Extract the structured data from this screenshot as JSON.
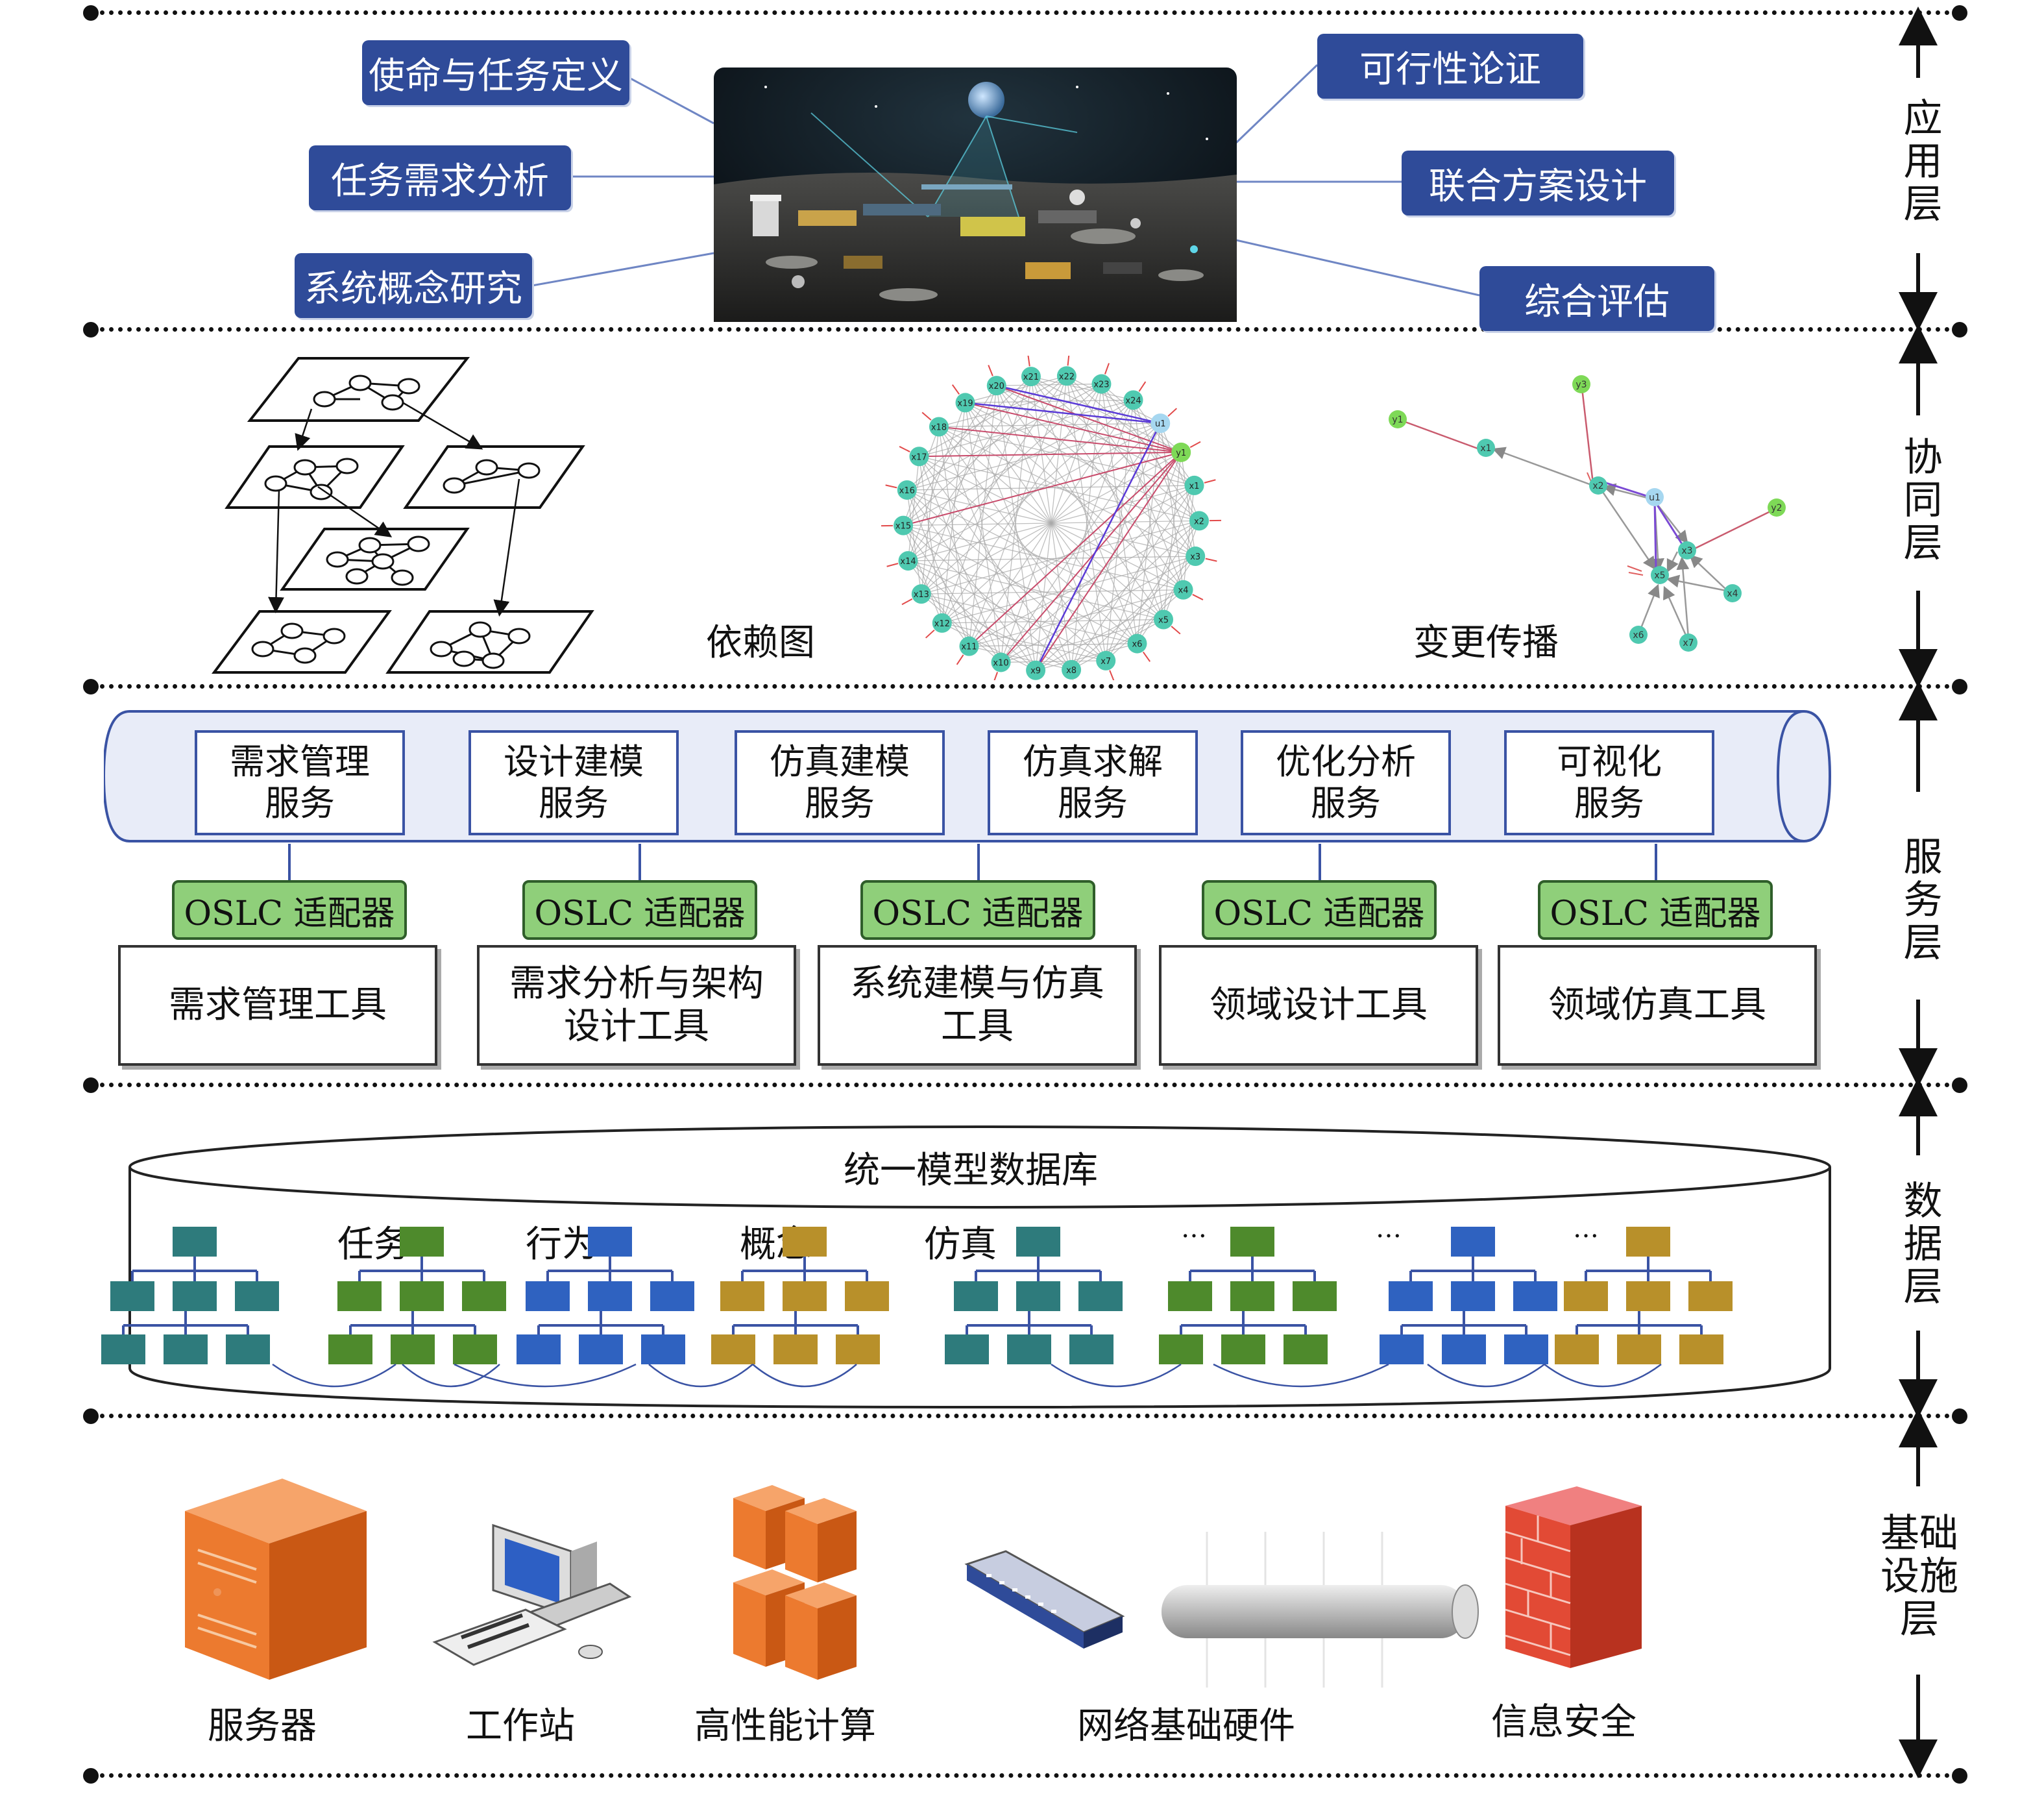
{
  "layers": {
    "app": "应用层",
    "collab": "协同层",
    "service": "服务层",
    "data": "数据层",
    "infra": "基础设施层"
  },
  "app_tags": {
    "mission": "使命与任务定义",
    "req_analysis": "任务需求分析",
    "concept": "系统概念研究",
    "feasibility": "可行性论证",
    "joint_design": "联合方案设计",
    "evaluation": "综合评估"
  },
  "collab": {
    "dependency_label": "依赖图",
    "propagation_label": "变更传播",
    "circle_nodes": [
      "x19",
      "x20",
      "x21",
      "x22",
      "x23",
      "x24",
      "u1",
      "y1",
      "x1",
      "x2",
      "x3",
      "x4",
      "x5",
      "x6",
      "x7",
      "x8",
      "x9",
      "x10",
      "x11",
      "x12",
      "x13",
      "x14",
      "x15",
      "x16",
      "x17",
      "x18"
    ],
    "prop_nodes": {
      "y1": "y1",
      "x1": "x1",
      "y3": "y3",
      "x2": "x2",
      "u1": "u1",
      "y2": "y2",
      "x3": "x3",
      "x5": "x5",
      "x4": "x4",
      "x6": "x6",
      "x7": "x7"
    }
  },
  "services": [
    {
      "l1": "需求管理",
      "l2": "服务"
    },
    {
      "l1": "设计建模",
      "l2": "服务"
    },
    {
      "l1": "仿真建模",
      "l2": "服务"
    },
    {
      "l1": "仿真求解",
      "l2": "服务"
    },
    {
      "l1": "优化分析",
      "l2": "服务"
    },
    {
      "l1": "可视化",
      "l2": "服务"
    }
  ],
  "adapter_label": "OSLC 适配器",
  "tools": [
    {
      "l1": "需求管理工具",
      "l2": ""
    },
    {
      "l1": "需求分析与架构",
      "l2": "设计工具"
    },
    {
      "l1": "系统建模与仿真",
      "l2": "工具"
    },
    {
      "l1": "领域设计工具",
      "l2": ""
    },
    {
      "l1": "领域仿真工具",
      "l2": ""
    }
  ],
  "database": {
    "title": "统一模型数据库",
    "categories": [
      "任务",
      "行为",
      "概念",
      "仿真"
    ],
    "ellipsis": "…"
  },
  "infra": {
    "server": "服务器",
    "workstation": "工作站",
    "hpc": "高性能计算",
    "network": "网络基础硬件",
    "security": "信息安全"
  },
  "colors": {
    "teal": "#2e7b7c",
    "green": "#4e8a2c",
    "blue": "#2f62c0",
    "gold": "#b8902a",
    "tag_blue": "#2f4b99",
    "adapter_green": "#8fcf7a"
  }
}
